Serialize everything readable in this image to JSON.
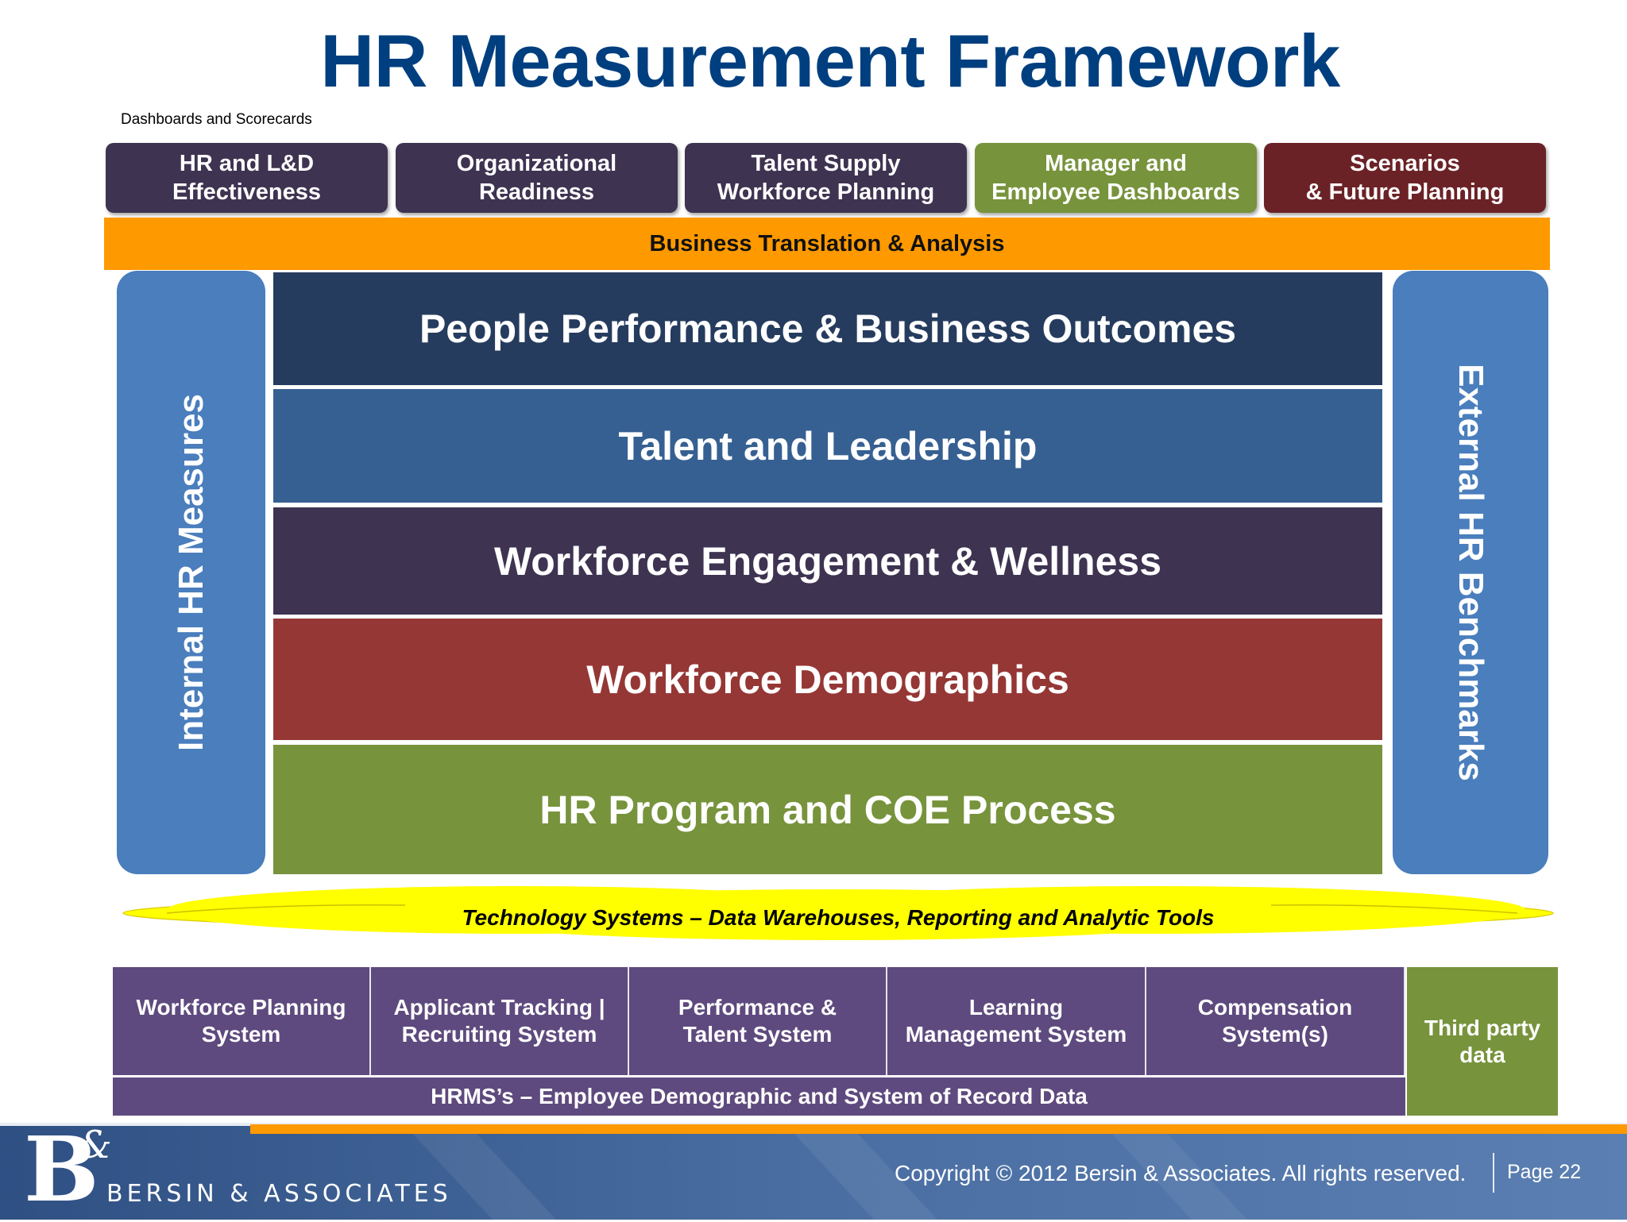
{
  "title": "HR Measurement Framework",
  "subtitle": "Dashboards and Scorecards",
  "top_boxes": [
    {
      "line1": "HR and L&D",
      "line2": "Effectiveness"
    },
    {
      "line1": "Organizational",
      "line2": "Readiness"
    },
    {
      "line1": "Talent Supply",
      "line2": "Workforce Planning"
    },
    {
      "line1": "Manager and",
      "line2": "Employee Dashboards"
    },
    {
      "line1": "Scenarios",
      "line2": "& Future Planning"
    }
  ],
  "band": "Business Translation & Analysis",
  "left_pillar": "Internal HR Measures",
  "right_pillar": "External HR Benchmarks",
  "layers": [
    "People Performance & Business Outcomes",
    "Talent and Leadership",
    "Workforce Engagement & Wellness",
    "Workforce Demographics",
    "HR Program and COE Process"
  ],
  "technology": "Technology Systems – Data Warehouses, Reporting and Analytic Tools",
  "systems": [
    {
      "line1": "Workforce Planning",
      "line2": "System"
    },
    {
      "line1": "Applicant Tracking |",
      "line2": "Recruiting System"
    },
    {
      "line1": "Performance &",
      "line2": "Talent System"
    },
    {
      "line1": "Learning",
      "line2": "Management System"
    },
    {
      "line1": "Compensation",
      "line2": "System(s)"
    }
  ],
  "hrms": "HRMS’s – Employee Demographic and System of Record Data",
  "third_party": {
    "line1": "Third party",
    "line2": "data"
  },
  "footer": {
    "copyright": "Copyright © 2012 Bersin & Associates. All rights reserved.",
    "page": "Page 22",
    "logo_letter": "B",
    "logo_amp": "&",
    "logo_text": "BERSIN & ASSOCIATES"
  },
  "colors": {
    "title": "#003f7f",
    "dark_purple": "#3e3351",
    "green": "#77933c",
    "maroon": "#6b2226",
    "orange": "#ff9900",
    "blue_pillar": "#4a7ebd",
    "navy": "#253c5e",
    "mid_blue": "#376092",
    "red": "#953735",
    "system_purple": "#5e4a7e",
    "cloud_yellow": "#ffff00"
  }
}
